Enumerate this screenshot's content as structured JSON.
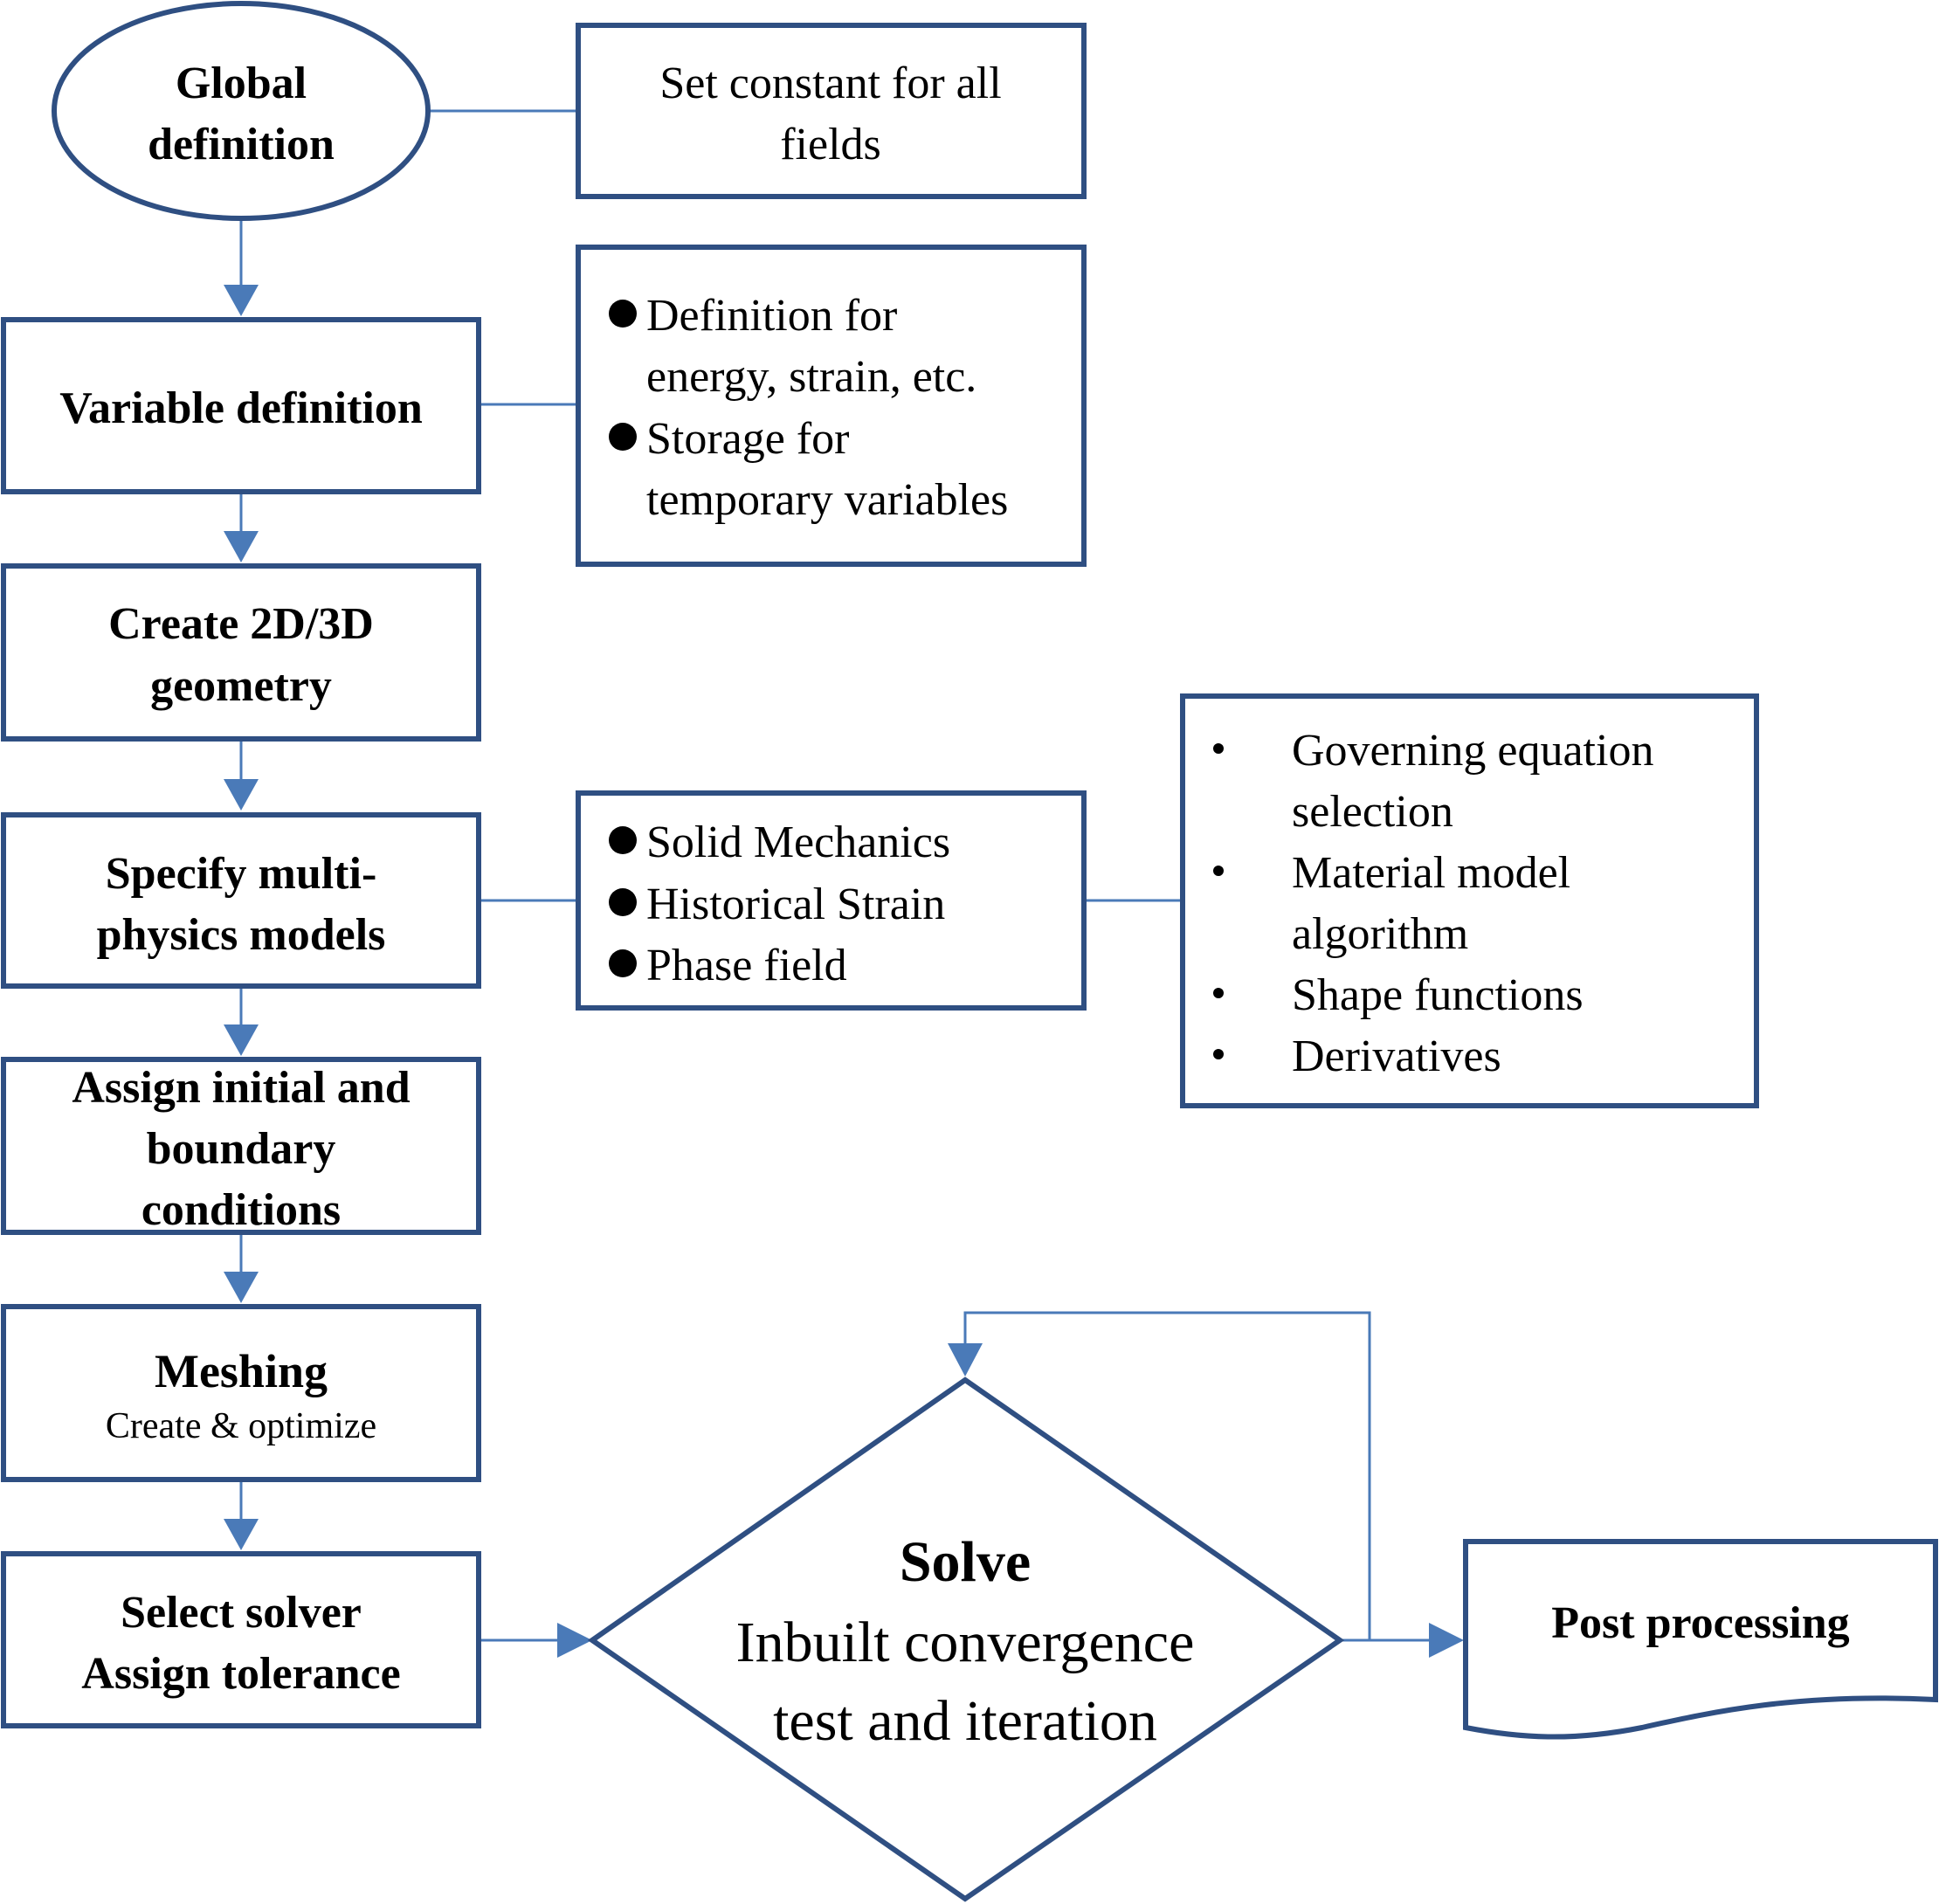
{
  "colors": {
    "shape_border": "#2F4F82",
    "connector": "#4A7AB8",
    "text": "#000000",
    "background": "#FFFFFF"
  },
  "nodes": {
    "global_definition": {
      "line1": "Global",
      "line2": "definition"
    },
    "set_constant": {
      "line1": "Set constant for all",
      "line2": "fields"
    },
    "variable_definition": {
      "label": "Variable definition"
    },
    "variable_notes": {
      "item1": {
        "line1": "Definition for",
        "line2": "energy, strain, etc."
      },
      "item2": {
        "line1": "Storage for",
        "line2": "temporary variables"
      }
    },
    "create_geometry": {
      "line1": "Create 2D/3D",
      "line2": "geometry"
    },
    "multiphysics": {
      "line1": "Specify multi-",
      "line2": "physics models"
    },
    "physics_list": {
      "items": [
        "Solid Mechanics",
        "Historical Strain",
        "Phase field"
      ]
    },
    "physics_details": {
      "item1": {
        "line1": "Governing equation",
        "line2": "selection"
      },
      "item2": {
        "line1": "Material model",
        "line2": "algorithm"
      },
      "item3": {
        "line1": "Shape functions"
      },
      "item4": {
        "line1": "Derivatives"
      }
    },
    "boundary_conditions": {
      "line1": "Assign initial and",
      "line2": "boundary",
      "line3": "conditions"
    },
    "meshing": {
      "title": "Meshing",
      "subtitle": "Create & optimize"
    },
    "solver": {
      "line1": "Select solver",
      "line2": "Assign tolerance"
    },
    "solve": {
      "title": "Solve",
      "line1": "Inbuilt convergence",
      "line2": "test and iteration"
    },
    "post_processing": {
      "label": "Post processing"
    }
  }
}
